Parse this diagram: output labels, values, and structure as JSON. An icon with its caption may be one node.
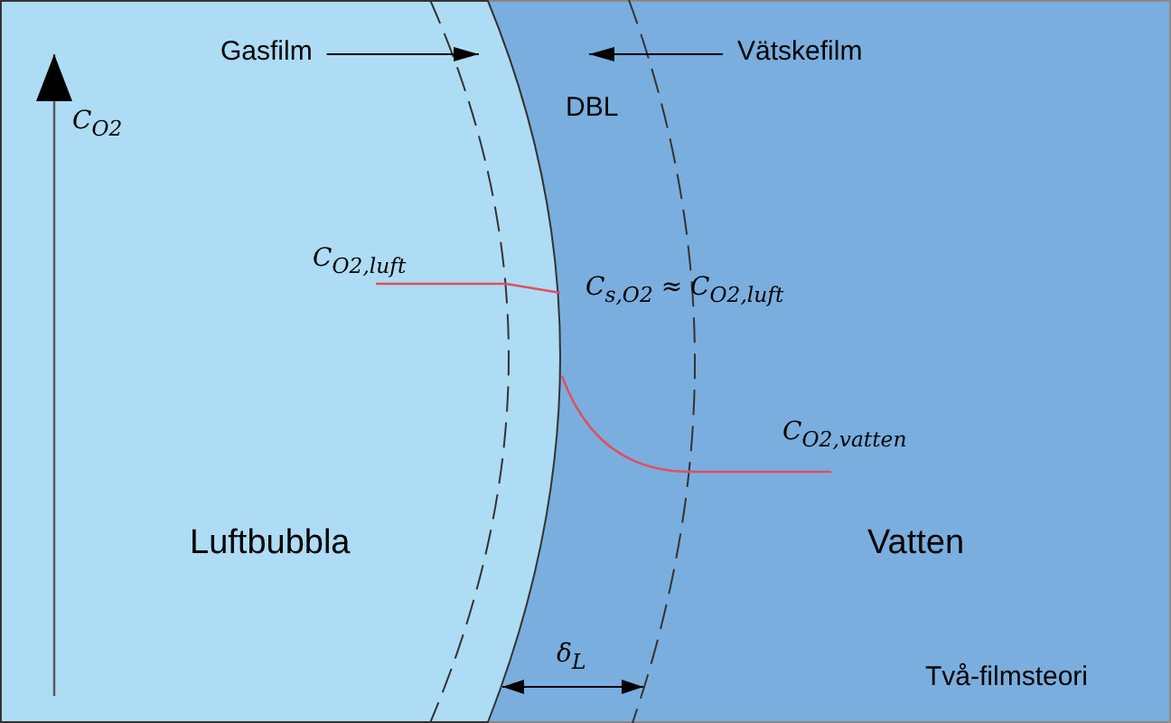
{
  "diagram": {
    "nodes": [
      {
        "text": [
          "Gasfilm"
        ]
      },
      {
        "text": [
          "Vätskefilm"
        ]
      },
      {
        "text": [
          "Luftbubbla"
        ]
      },
      {
        "text": [
          "Vatten"
        ]
      }
    ],
    "edges": [
      {
        "from": 0,
        "to": null,
        "arrow": "to"
      },
      {
        "from": 1,
        "to": null,
        "arrow": "to"
      }
    ],
    "labels": [
      "C$_{O2}$",
      "DBL",
      "C$_{O2,luft}$",
      "C$_{s,O2}$ ≈ C$_{O2,luft}$",
      "C$_{O2,vatten}$",
      "δ$_{L}$",
      "Två-filmsteori"
    ]
  }
}
